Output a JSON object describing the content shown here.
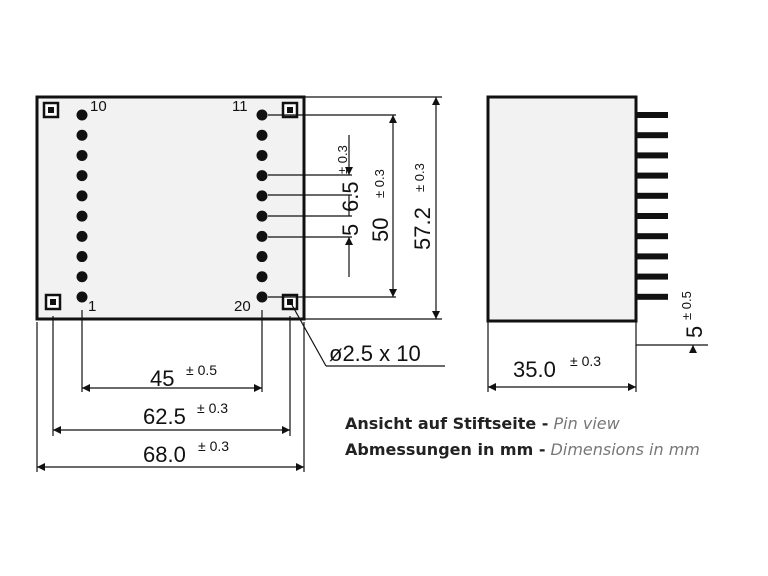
{
  "pins": {
    "top_left": "10",
    "top_right": "11",
    "bottom_left": "1",
    "bottom_right": "20"
  },
  "dimensions": {
    "pin_row": {
      "value": "45",
      "tol": "± 0.5"
    },
    "mount_width": {
      "value": "62.5",
      "tol": "± 0.3"
    },
    "body_width": {
      "value": "68.0",
      "tol": "± 0.3"
    },
    "pitch_a": {
      "value": "5",
      "tol": "± 0.3"
    },
    "pitch_b": {
      "value": "6.5",
      "tol": ""
    },
    "pin_span": {
      "value": "50",
      "tol": "± 0.3"
    },
    "mount_height": {
      "value": "57.2",
      "tol": "± 0.3"
    },
    "hole": "ø2.5 x 10",
    "depth": {
      "value": "35.0",
      "tol": "± 0.3"
    },
    "pin_length": {
      "value": "5",
      "tol": "± 0.5"
    }
  },
  "caption": {
    "line1_de": "Ansicht auf Stiftseite -",
    "line1_en": "Pin view",
    "line2_de": "Abmessungen in mm -",
    "line2_en": "Dimensions in mm"
  },
  "colors": {
    "line": "#111111",
    "body_fill": "#f2f2f2",
    "caption_en": "#777777"
  }
}
